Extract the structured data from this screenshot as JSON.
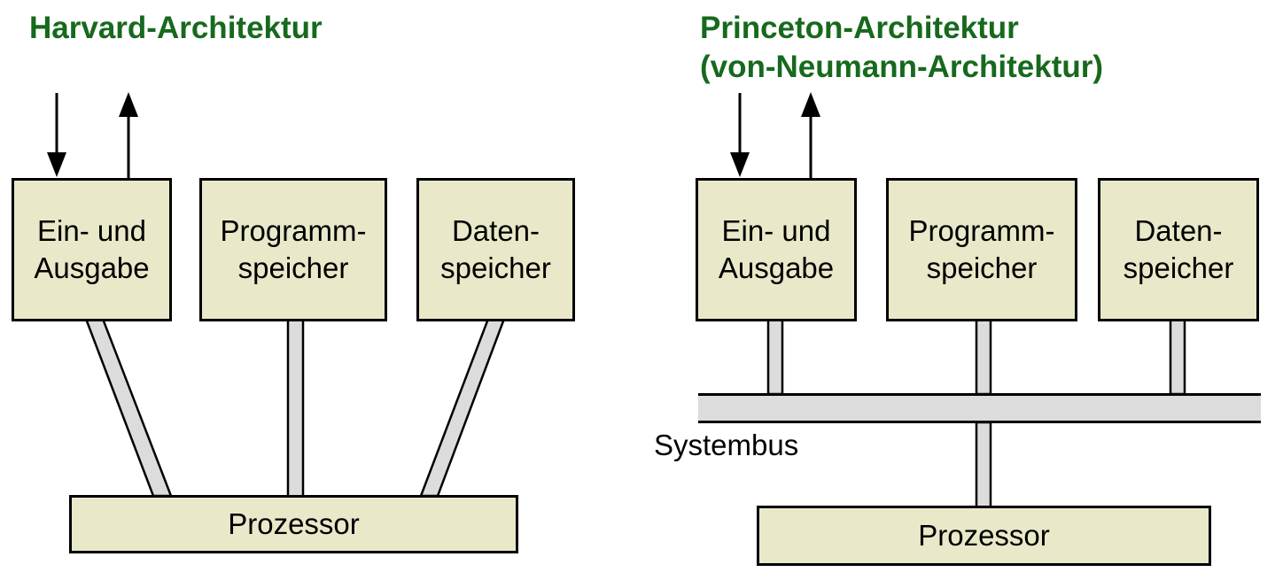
{
  "colors": {
    "bg": "#ffffff",
    "box-fill": "#e9e8c9",
    "box-border": "#000000",
    "connector-fill": "#dcdcdc",
    "connector-stroke": "#000000",
    "title-green": "#17691d"
  },
  "harvard": {
    "title": "Harvard-Architektur",
    "boxes": [
      {
        "line1": "Ein- und",
        "line2": "Ausgabe"
      },
      {
        "line1": "Programm-",
        "line2": "speicher"
      },
      {
        "line1": "Daten-",
        "line2": "speicher"
      }
    ],
    "processor_label": "Prozessor"
  },
  "princeton": {
    "title_line1": "Princeton-Architektur",
    "title_line2": "(von-Neumann-Architektur)",
    "boxes": [
      {
        "line1": "Ein- und",
        "line2": "Ausgabe"
      },
      {
        "line1": "Programm-",
        "line2": "speicher"
      },
      {
        "line1": "Daten-",
        "line2": "speicher"
      }
    ],
    "bus_label": "Systembus",
    "processor_label": "Prozessor"
  },
  "icons": {
    "input_arrow": "arrow-down",
    "output_arrow": "arrow-up"
  }
}
